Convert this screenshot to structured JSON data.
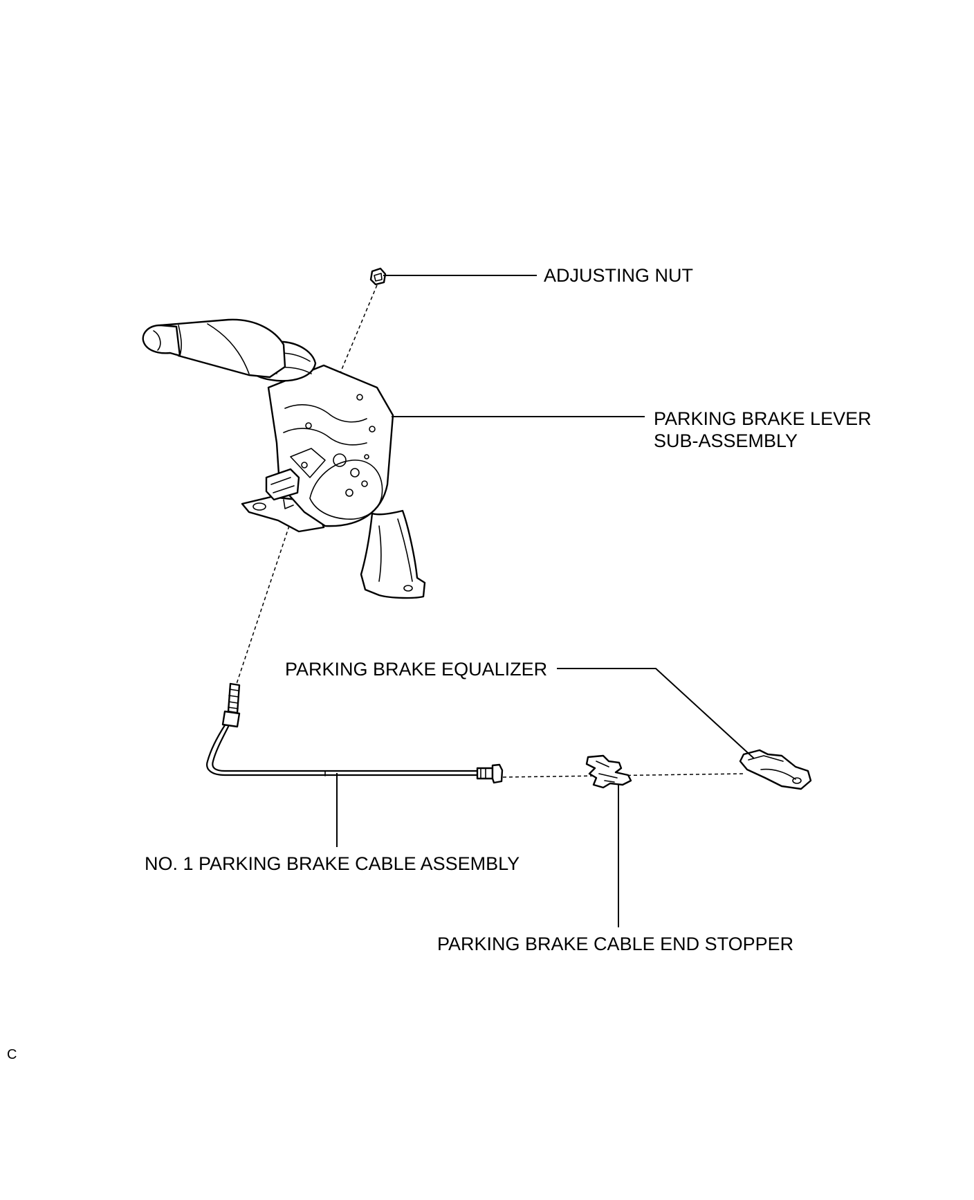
{
  "diagram": {
    "labels": {
      "adjusting_nut": "ADJUSTING NUT",
      "lever_line1": "PARKING BRAKE LEVER",
      "lever_line2": "SUB-ASSEMBLY",
      "equalizer": "PARKING BRAKE EQUALIZER",
      "cable_assembly": "NO. 1 PARKING BRAKE CABLE ASSEMBLY",
      "end_stopper": "PARKING BRAKE CABLE END STOPPER"
    },
    "corner_mark": "C"
  }
}
